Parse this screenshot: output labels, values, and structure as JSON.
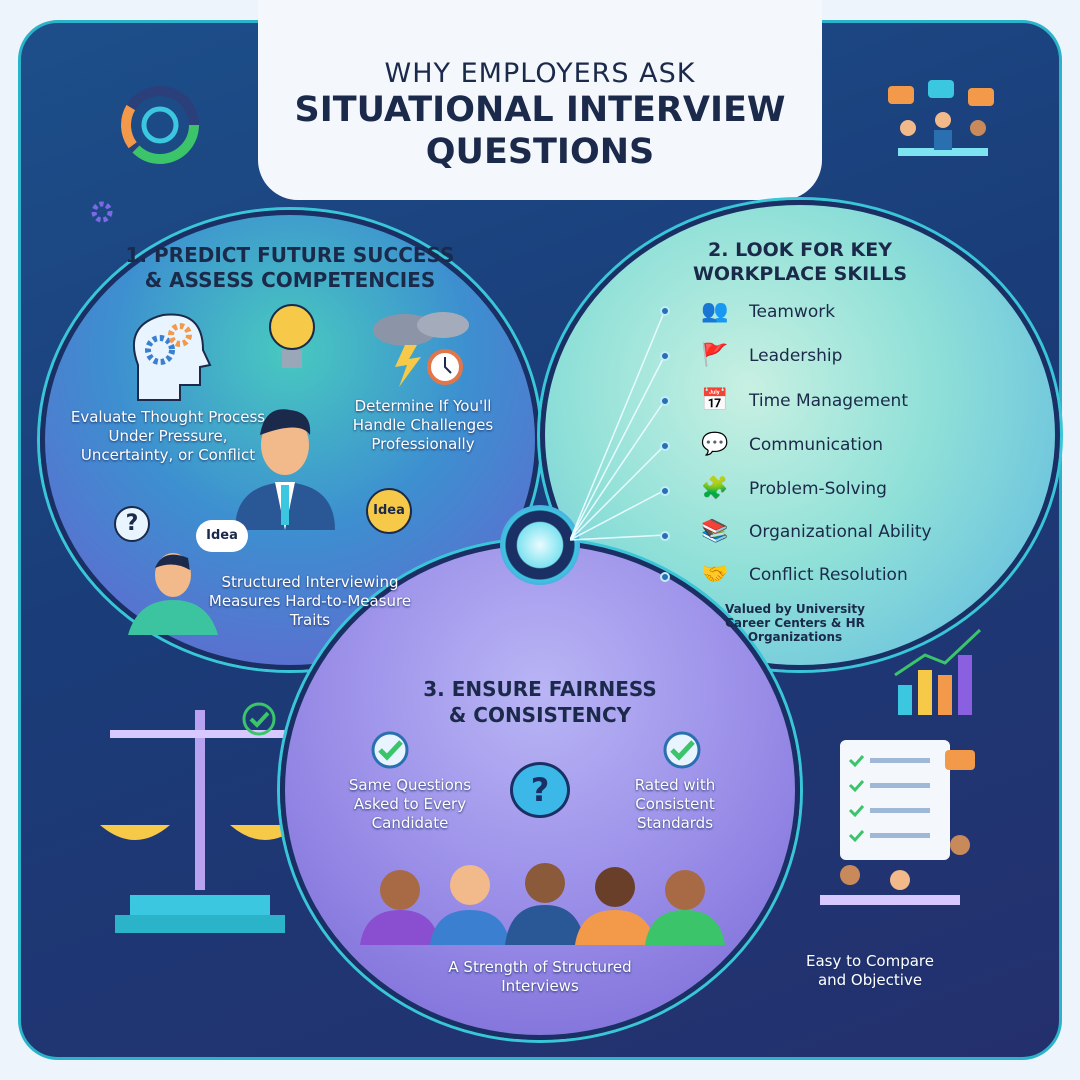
{
  "title": {
    "line1": "WHY EMPLOYERS ASK",
    "line2": "SITUATIONAL INTERVIEW",
    "line3": "QUESTIONS"
  },
  "section1": {
    "heading1": "1. PREDICT FUTURE SUCCESS",
    "heading2": "& ASSESS COMPETENCIES",
    "left_text": "Evaluate Thought Process Under Pressure, Uncertainty, or Conflict",
    "right_text": "Determine If You'll Handle Challenges Professionally",
    "bottom_text": "Structured Interviewing Measures Hard-to-Measure Traits",
    "bubble_idea": "Idea",
    "bulb_idea": "Idea",
    "question_mark": "?"
  },
  "section2": {
    "heading1": "2. LOOK FOR KEY",
    "heading2": "WORKPLACE SKILLS",
    "skills": [
      {
        "label": "Teamwork",
        "icon": "team-icon"
      },
      {
        "label": "Leadership",
        "icon": "flag-leader-icon"
      },
      {
        "label": "Time Management",
        "icon": "calendar-clock-icon"
      },
      {
        "label": "Communication",
        "icon": "chat-bubbles-icon"
      },
      {
        "label": "Problem-Solving",
        "icon": "puzzle-icon"
      },
      {
        "label": "Organizational Ability",
        "icon": "binders-icon"
      },
      {
        "label": "Conflict Resolution",
        "icon": "handshake-icon"
      }
    ],
    "footer": "Valued by University Career Centers & HR Organizations"
  },
  "section3": {
    "heading1": "3. ENSURE FAIRNESS",
    "heading2": "& CONSISTENCY",
    "left_text": "Same Questions Asked to Every Candidate",
    "right_text": "Rated with Consistent Standards",
    "bottom_text": "A Strength of Structured Interviews",
    "question_mark": "?"
  },
  "corner_bottom_right": {
    "text": "Easy to Compare and Objective"
  },
  "colors": {
    "frame": "#1d4f8a",
    "accent": "#39c6d8",
    "text_dark": "#1b2a4a",
    "check": "#3cc46a",
    "bulb": "#f7c948"
  }
}
